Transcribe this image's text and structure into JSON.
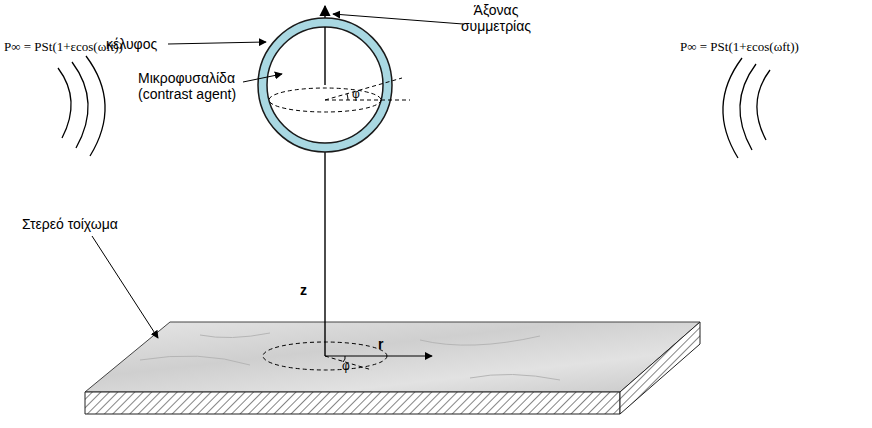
{
  "diagram": {
    "labels": [
      "P∞ = PSt(1+εcos(ωft))",
      "Άξονας συμμετρίας",
      "P∞ = PSt(1+εcos(ωft))",
      "κέλυφος",
      "Μικροφυσαλίδα (contrast agent)",
      "φ",
      "z",
      "φ",
      "r",
      "Στερεό τοίχωμα"
    ]
  }
}
